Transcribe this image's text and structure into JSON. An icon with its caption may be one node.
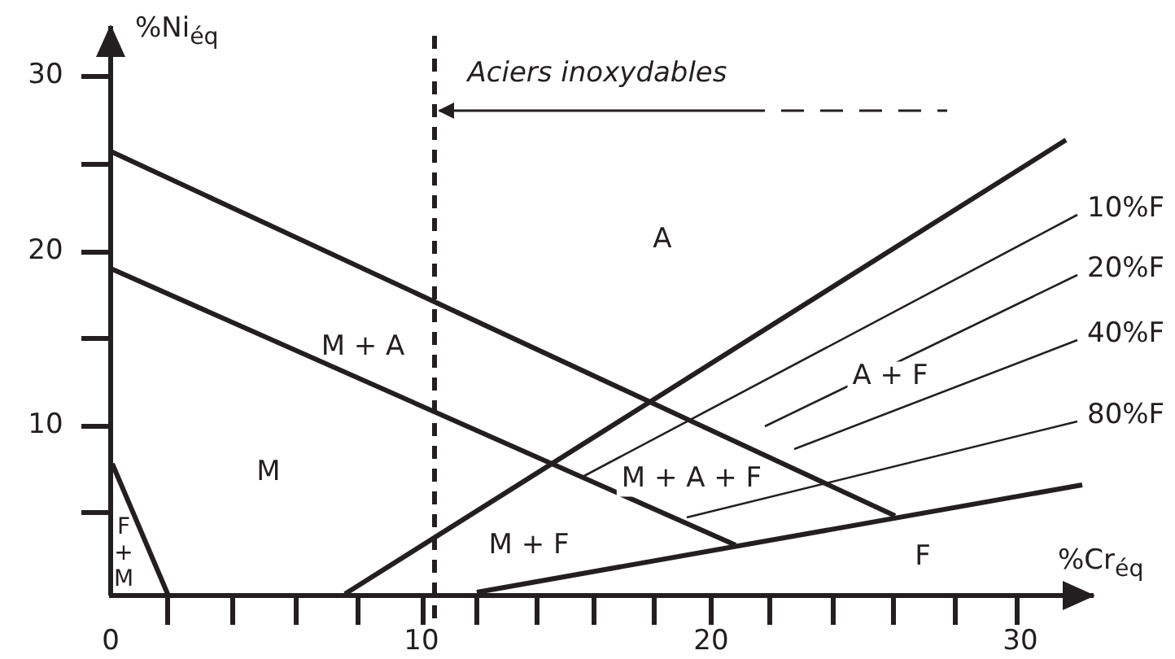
{
  "diagram": {
    "nodes": [
      {
        "text": [
          "10%F"
        ]
      },
      {
        "text": [
          "20%F"
        ]
      },
      {
        "text": [
          "40%F"
        ]
      },
      {
        "text": [
          "80%F"
        ]
      }
    ],
    "edges": [
      {
        "from": 0,
        "to": null,
        "arrow": "none"
      },
      {
        "from": 1,
        "to": null,
        "arrow": "none"
      },
      {
        "from": 2,
        "to": null,
        "arrow": "none"
      },
      {
        "from": 3,
        "to": null,
        "arrow": "none"
      }
    ],
    "labels": [
      "%Ni$_{éq}$",
      "30",
      "Aciers inoxydables",
      "20",
      "A",
      "M + A",
      "10",
      "M",
      "A + F",
      "M + A + F",
      "F + M",
      "M + F",
      "F",
      "%Cr$_{éq}$",
      "0",
      "10",
      "20",
      "30"
    ]
  }
}
